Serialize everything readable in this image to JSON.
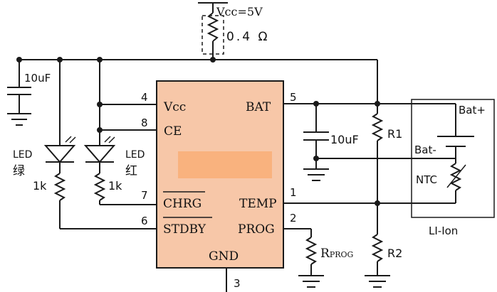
{
  "colors": {
    "chip_fill": "#f7c7a8",
    "chip_highlight": "#f9b27e",
    "wire": "#1a1a1a"
  },
  "supply": {
    "vcc_label": "Vcc=5V",
    "sense_resistor": "0.4 Ω"
  },
  "input_cap": "10uF",
  "leds": {
    "green": {
      "label_led": "LED",
      "label_color": "绿",
      "resistor": "1k"
    },
    "red": {
      "label_led": "LED",
      "label_color": "红",
      "resistor": "1k"
    }
  },
  "chip": {
    "pins_left": [
      {
        "num": "4",
        "name": "Vcc"
      },
      {
        "num": "8",
        "name": "CE"
      },
      {
        "num": "7",
        "name": "CHRG"
      },
      {
        "num": "6",
        "name": "STDBY"
      }
    ],
    "pins_right": [
      {
        "num": "5",
        "name": "BAT"
      },
      {
        "num": "1",
        "name": "TEMP"
      },
      {
        "num": "2",
        "name": "PROG"
      }
    ],
    "gnd_name": "GND",
    "gnd_num": "3"
  },
  "output_cap": "10uF",
  "r1": "R1",
  "r2": "R2",
  "rprog": {
    "main": "R",
    "sub": "PROG"
  },
  "battery": {
    "plus": "Bat+",
    "minus": "Bat-",
    "ntc": "NTC",
    "name": "LI-Ion"
  }
}
